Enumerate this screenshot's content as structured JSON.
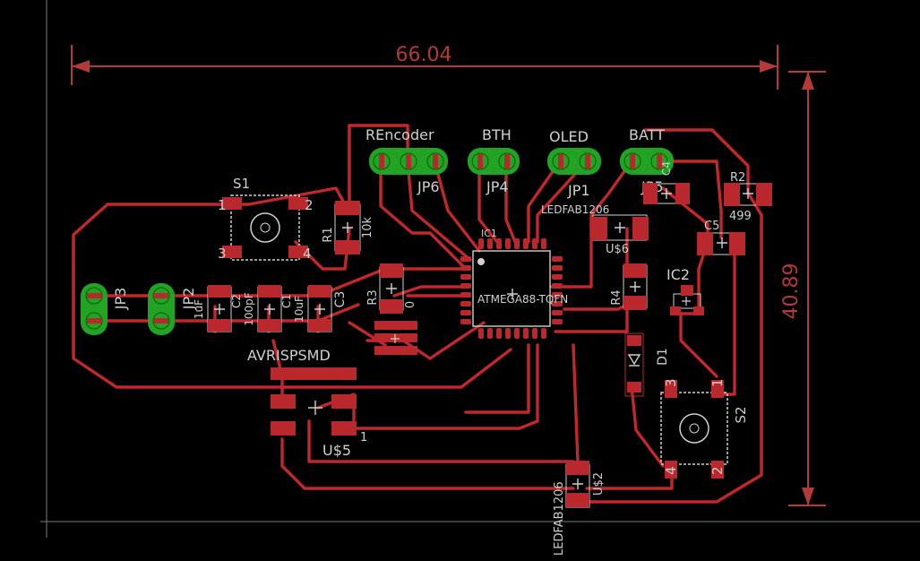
{
  "colors": {
    "background": "#000000",
    "trace": "#c0282c",
    "pad": "#b8282c",
    "through_hole": "#23a323",
    "silkscreen": "#d0d0d0",
    "dimension": "#b33a3a",
    "outline": "#7a7a7a"
  },
  "dimensions": {
    "width": "66.04",
    "height": "40.89"
  },
  "parts": {
    "rencoder": "REncoder",
    "bth": "BTH",
    "oled": "OLED",
    "batt": "BATT",
    "jp6": "JP6",
    "jp4": "JP4",
    "jp1": "JP1",
    "jp5": "JP5",
    "jp3": "JP3",
    "jp2": "JP2",
    "s1": "S1",
    "s2": "S2",
    "r1": "R1",
    "r1_value": "10k",
    "r2": "R2",
    "r2_value": "499",
    "r3": "R3",
    "r3_value": "0",
    "r4": "R4",
    "c1": "C1",
    "c1_value": "10uF",
    "c2": "C2",
    "c2_value": "100pF",
    "c3": "C3",
    "c4": "C4",
    "c5": "C5",
    "ic1": "IC1",
    "ic1_value": "ATMEGA88-TQFN",
    "ic2": "IC2",
    "d1": "D1",
    "avrispsmd": "AVRISPSMD",
    "us5": "U$5",
    "us6": "U$6",
    "us2": "U$2",
    "ledfab_top": "LEDFAB1206",
    "ledfab_bottom": "LEDFAB1206",
    "tuf": "1uF",
    "isp_pin1": "1"
  },
  "switch_pins": {
    "s1": [
      "1",
      "2",
      "3",
      "4"
    ],
    "s2": [
      "3",
      "1",
      "4",
      "2"
    ]
  }
}
